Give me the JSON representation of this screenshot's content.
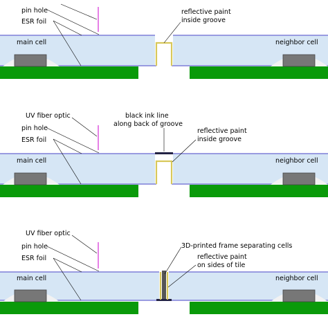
{
  "colors": {
    "tile_fill": "#d6e6f5",
    "foil": "#7f7fd8",
    "fiber": "#e060e0",
    "pcb": "#0a9a0a",
    "sensor": "#777777",
    "sensor_edge": "#444444",
    "dome": "#f2f2f2",
    "paint": "#d8c85a",
    "ink": "#222244",
    "frame": "#555555",
    "leader": "#000000"
  },
  "panels": [
    {
      "id": "top",
      "labels": {
        "uv_fiber": "",
        "pin_hole": "pin hole",
        "esr_foil": "ESR foil",
        "main_cell": "main cell",
        "neighbor_cell": "neighbor cell",
        "groove_note_1": "reflective paint",
        "groove_note_2": "inside groove"
      }
    },
    {
      "id": "middle",
      "labels": {
        "uv_fiber": "UV fiber optic",
        "pin_hole": "pin hole",
        "esr_foil": "ESR foil",
        "main_cell": "main cell",
        "neighbor_cell": "neighbor cell",
        "ink_note_1": "black ink line",
        "ink_note_2": "along back of groove",
        "groove_note_1": "reflective paint",
        "groove_note_2": "inside groove"
      }
    },
    {
      "id": "bottom",
      "labels": {
        "uv_fiber": "UV fiber optic",
        "pin_hole": "pin hole",
        "esr_foil": "ESR foil",
        "main_cell": "main cell",
        "neighbor_cell": "neighbor cell",
        "frame_note": "3D-printed frame separating cells",
        "side_note_1": "reflective paint",
        "side_note_2": "on sides of tile"
      }
    }
  ]
}
